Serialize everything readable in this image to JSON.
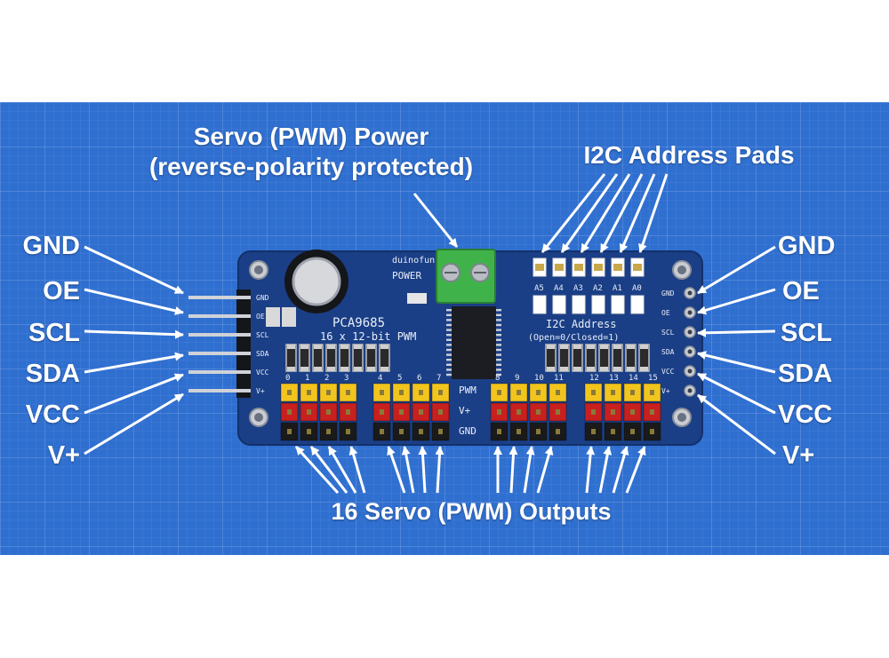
{
  "titles": {
    "power_line1": "Servo (PWM) Power",
    "power_line2": "(reverse-polarity protected)",
    "i2c": "I2C Address Pads",
    "outputs": "16 Servo (PWM) Outputs"
  },
  "pins_left": [
    "GND",
    "OE",
    "SCL",
    "SDA",
    "VCC",
    "V+"
  ],
  "pins_right": [
    "GND",
    "OE",
    "SCL",
    "SDA",
    "VCC",
    "V+"
  ],
  "board": {
    "chip_name": "PCA9685",
    "chip_desc": "16 x 12-bit PWM",
    "power_label": "POWER",
    "brand": "duinofun",
    "addr_title": "I2C Address",
    "addr_note": "(Open=0/Closed=1)",
    "addr_pads": [
      "A5",
      "A4",
      "A3",
      "A2",
      "A1",
      "A0"
    ],
    "header_rows": [
      "PWM",
      "V+",
      "GND"
    ],
    "edge_left_labels": [
      "GND",
      "OE",
      "SCL",
      "SDA",
      "VCC",
      "V+"
    ],
    "edge_right_labels": [
      "GND",
      "OE",
      "SCL",
      "SDA",
      "VCC",
      "V+"
    ],
    "channels": [
      "0",
      "1",
      "2",
      "3",
      "4",
      "5",
      "6",
      "7",
      "8",
      "9",
      "10",
      "11",
      "12",
      "13",
      "14",
      "15"
    ]
  },
  "colors": {
    "background": "#2f6fd0",
    "pcb": "#1b3f86",
    "label": "#ffffff",
    "pin_yellow": "#f2c51e",
    "pin_red": "#c8201e",
    "pin_black": "#1a1a1a",
    "terminal": "#3fb34a"
  }
}
